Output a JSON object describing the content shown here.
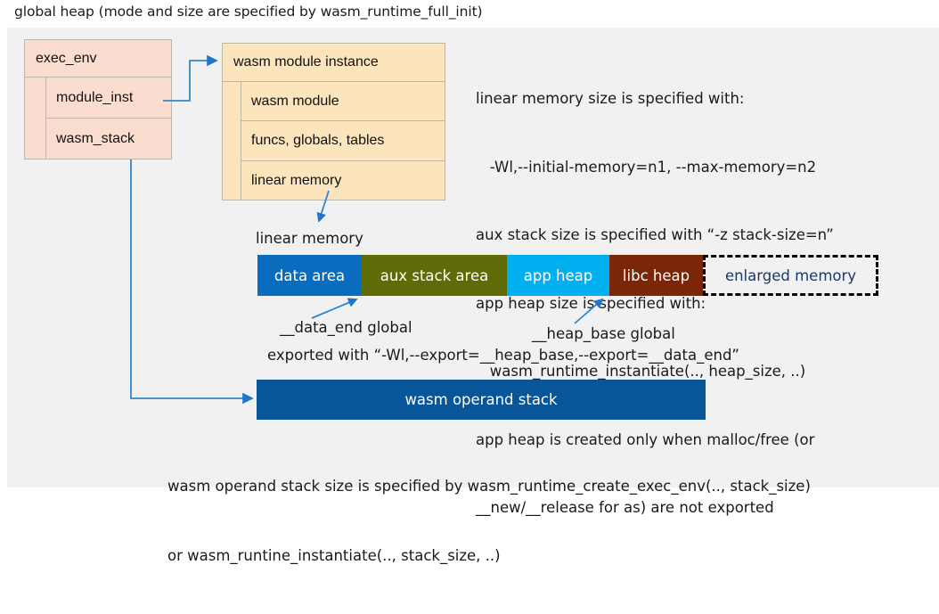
{
  "title": "global heap (mode and size are specified by wasm_runtime_full_init)",
  "exec_env": {
    "header": "exec_env",
    "rows": [
      "module_inst",
      "wasm_stack"
    ],
    "fill": "#fbddd0"
  },
  "wasm_module_instance": {
    "header": "wasm module instance",
    "rows": [
      "wasm module",
      "funcs, globals, tables",
      "linear memory"
    ],
    "fill": "#fce5bc"
  },
  "info_lines": [
    "linear memory size is specified with:",
    "   -Wl,--initial-memory=n1, --max-memory=n2",
    "aux stack size is specified with “-z stack-size=n”",
    "app heap size is specified with:",
    "   wasm_runtime_instantiate(.., heap_size, ..)",
    "app heap is created only when malloc/free (or",
    "__new/__release for as) are not exported"
  ],
  "linear_memory": {
    "label": "linear memory",
    "segments": [
      {
        "label": "data area",
        "color": "#0a6cbf",
        "width": 117
      },
      {
        "label": "aux stack area",
        "color": "#5e6b06",
        "width": 163
      },
      {
        "label": "app heap",
        "color": "#00b0f0",
        "width": 115
      },
      {
        "label": "libc heap",
        "color": "#7b2509",
        "width": 105
      },
      {
        "label": "enlarged memory",
        "color": "#f1f1f1",
        "width": 197,
        "text_color": "#1f3864",
        "dashed": true
      }
    ]
  },
  "annotations": {
    "data_end": "__data_end global",
    "heap_base": "__heap_base global",
    "exported": "exported with “-Wl,--export=__heap_base,--export=__data_end”"
  },
  "operand_stack": {
    "label": "wasm operand stack",
    "color": "#08559a"
  },
  "bottom_note": [
    "wasm operand stack size is specified by wasm_runtime_create_exec_env(.., stack_size)",
    "or wasm_runtine_instantiate(.., stack_size, ..)"
  ],
  "colors": {
    "panel_bg": "#f1f1f1",
    "connector": "#2e81c6",
    "box_border": "#bdb7ab"
  }
}
